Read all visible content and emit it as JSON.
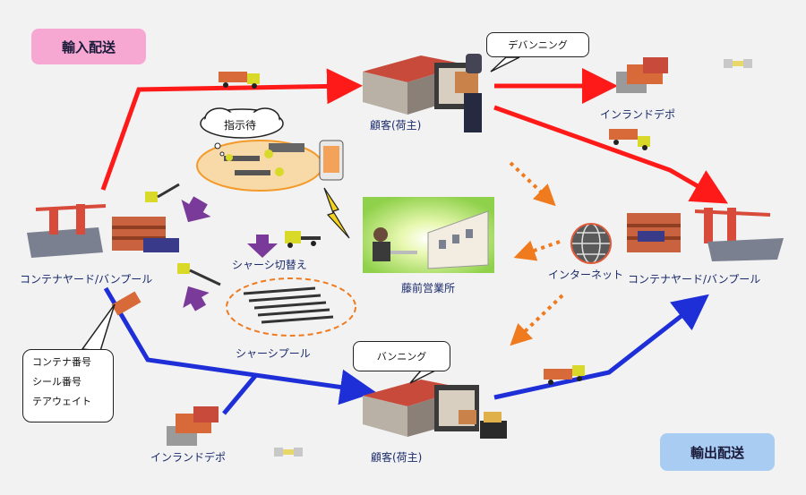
{
  "badges": {
    "import": "輸入配送",
    "export": "輸出配送"
  },
  "nodes": {
    "yard_left": "コンテナヤード/バンプール",
    "yard_right": "コンテナヤード/バンプール",
    "customer_top": "顧客(荷主)",
    "customer_bottom": "顧客(荷主)",
    "inland_depot_top": "インランドデポ",
    "inland_depot_bottom": "インランドデポ",
    "internet": "インターネット",
    "office": "藤前営業所",
    "chassis_switch": "シャーシ切替え",
    "chassis_pool": "シャーシプール"
  },
  "callouts": {
    "devanning": "デバンニング",
    "vanning": "バンニング",
    "waiting": "指示待"
  },
  "note_items": [
    "コンテナ番号",
    "シール番号",
    "テアウェイト"
  ],
  "colors": {
    "import_arrow": "#ff1a1a",
    "export_arrow": "#1f2fd8",
    "info_arrow": "#f07a1e",
    "import_badge": "#f7a8d2",
    "export_badge": "#a9ccf2",
    "label_text": "#1a2a6c"
  }
}
